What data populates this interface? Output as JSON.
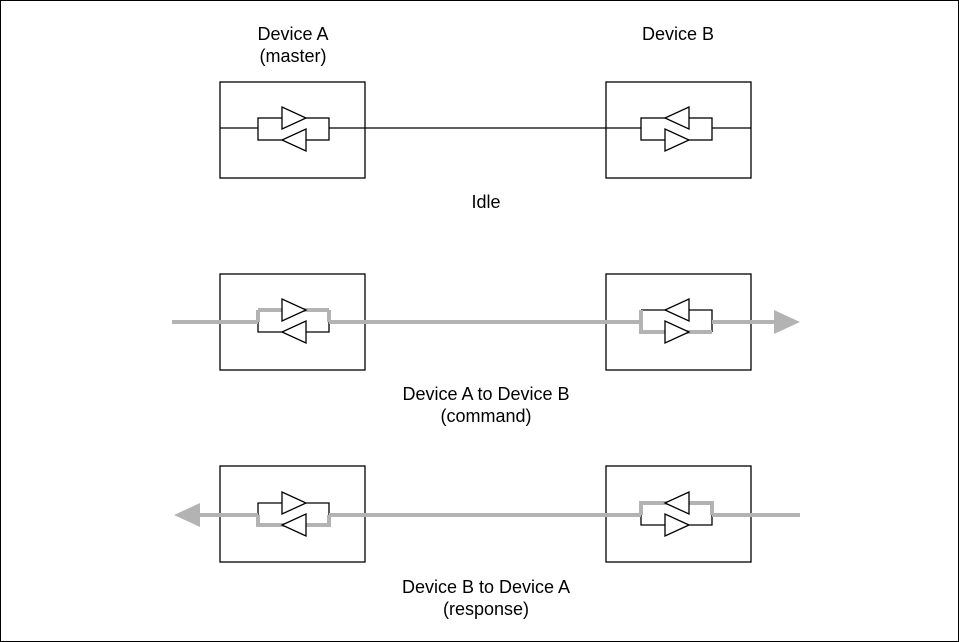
{
  "colors": {
    "line": "#000000",
    "signal": "#b3b3b3",
    "background": "#ffffff"
  },
  "labels": {
    "device_a_title": "Device A",
    "device_a_role": "(master)",
    "device_b_title": "Device B",
    "idle": "Idle",
    "a_to_b_title": "Device A to Device B",
    "a_to_b_sub": "(command)",
    "b_to_a_title": "Device B to Device A",
    "b_to_a_sub": "(response)"
  },
  "panels": [
    {
      "name": "idle",
      "direction": "none"
    },
    {
      "name": "a-to-b",
      "direction": "A→B"
    },
    {
      "name": "b-to-a",
      "direction": "B→A"
    }
  ],
  "icons": [
    "transceiver-a-icon",
    "transceiver-b-icon",
    "arrowhead-right-icon",
    "arrowhead-left-icon"
  ]
}
